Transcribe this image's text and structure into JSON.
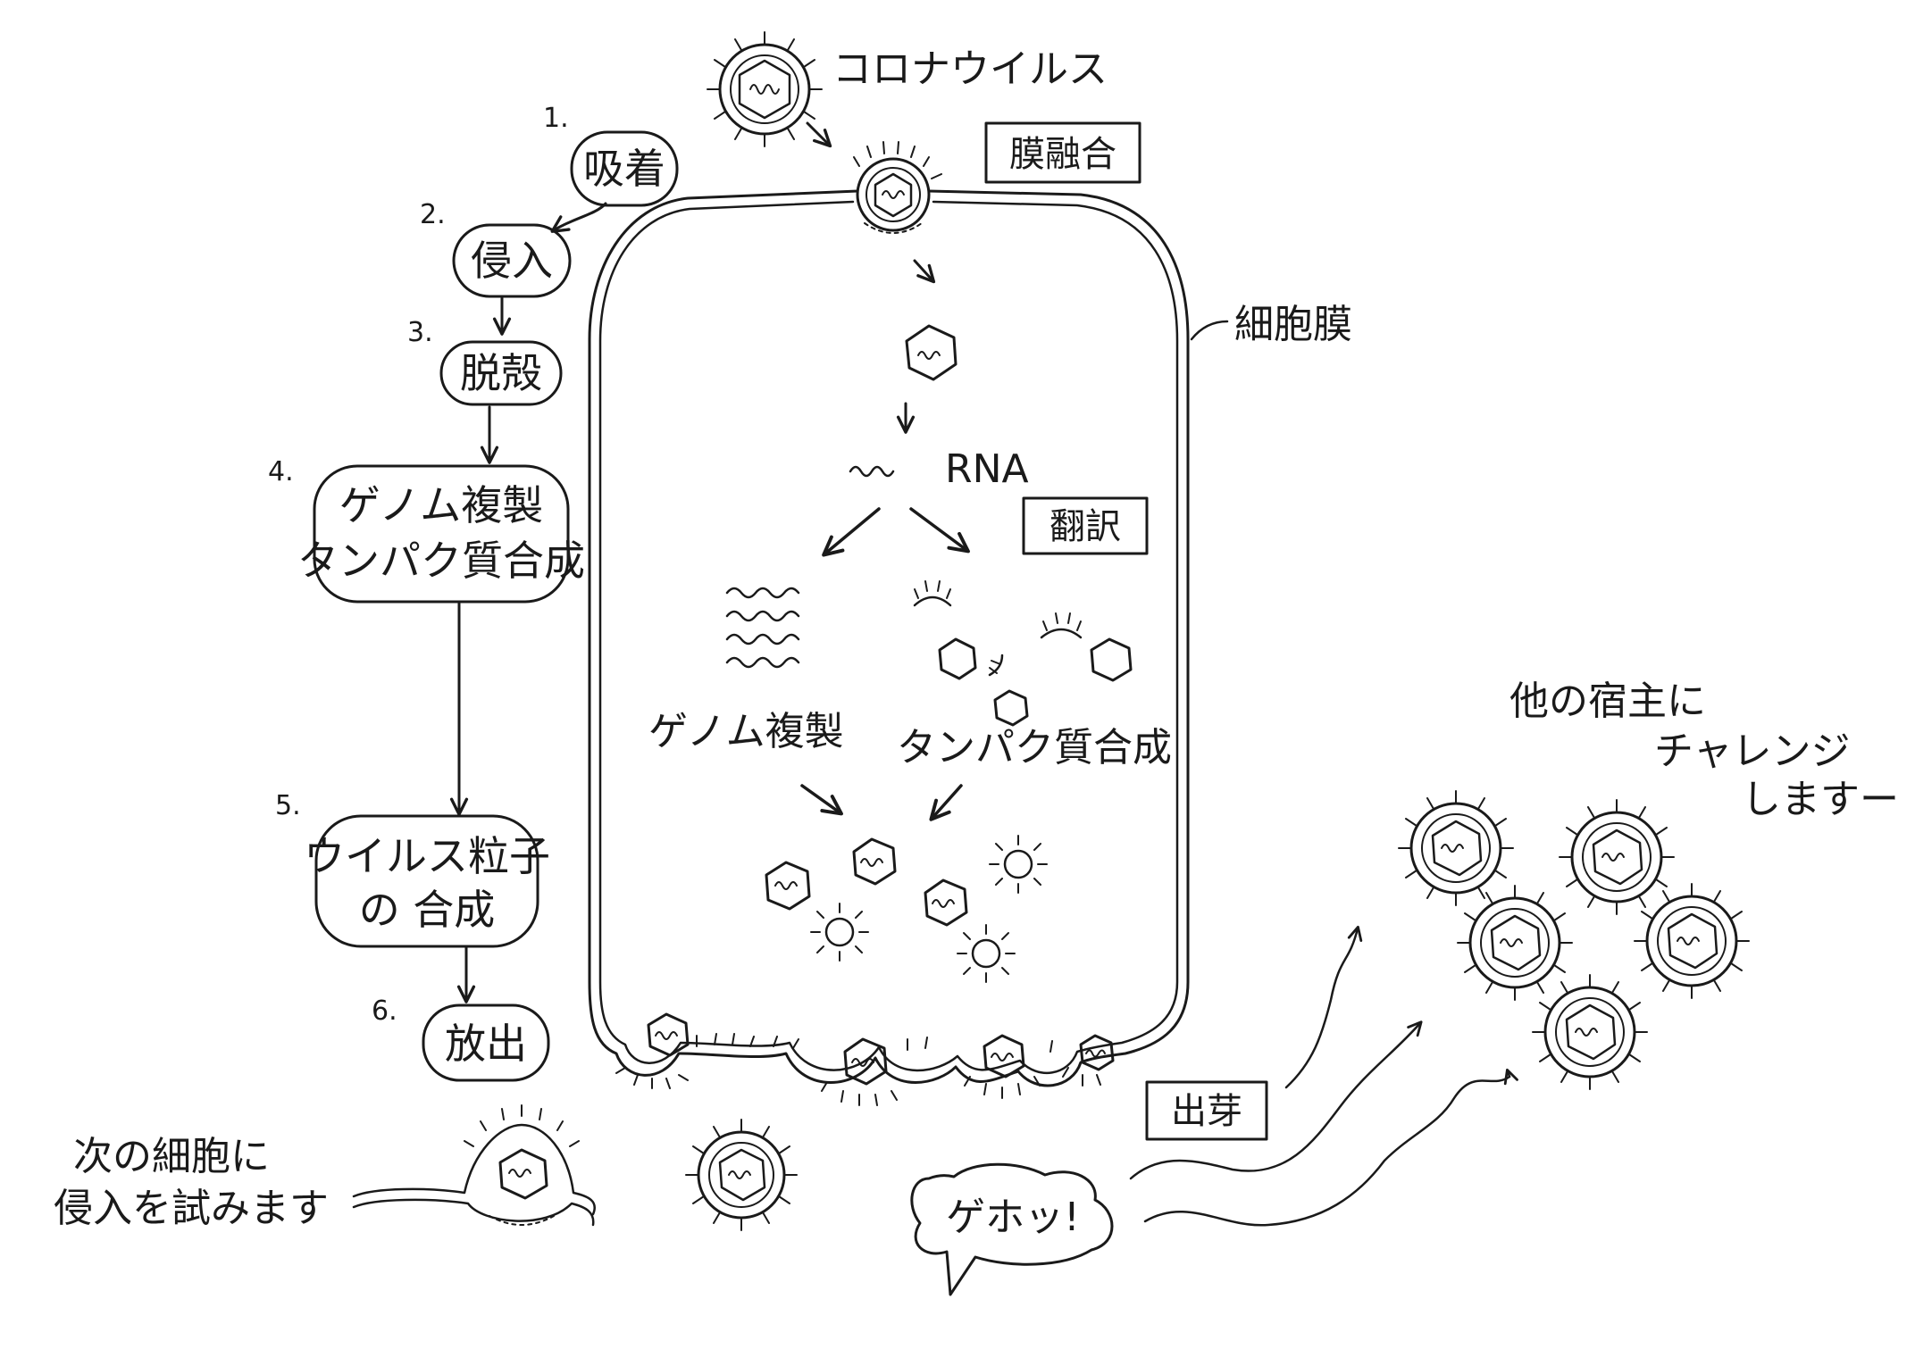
{
  "colors": {
    "ink": "#1a1a1a",
    "paper": "#ffffff"
  },
  "flow_steps": [
    {
      "number": "1.",
      "label_lines": [
        "吸着"
      ]
    },
    {
      "number": "2.",
      "label_lines": [
        "侵入"
      ]
    },
    {
      "number": "3.",
      "label_lines": [
        "脱殻"
      ]
    },
    {
      "number": "4.",
      "label_lines": [
        "ゲノム複製",
        "タンパク質合成"
      ]
    },
    {
      "number": "5.",
      "label_lines": [
        "ウイルス粒子",
        "の 合成"
      ]
    },
    {
      "number": "6.",
      "label_lines": [
        "放出"
      ]
    }
  ],
  "labels": {
    "coronavirus": "コロナウイルス",
    "membrane_fusion": "膜融合",
    "cell_membrane": "細胞膜",
    "rna": "RNA",
    "translation": "翻訳",
    "genome_replication": "ゲノム複製",
    "protein_synthesis": "タンパク質合成",
    "budding": "出芽",
    "cough": "ゲホッ!",
    "next_cell_lines": [
      "次の細胞に",
      "侵入を試みます"
    ],
    "other_host_lines": [
      "他の宿主に",
      "チャレンジ",
      "しますー"
    ]
  },
  "icons": [
    "virus-particle-icon",
    "capsid-icon",
    "rna-strand-icon",
    "spike-protein-icon",
    "arrow-icon"
  ]
}
